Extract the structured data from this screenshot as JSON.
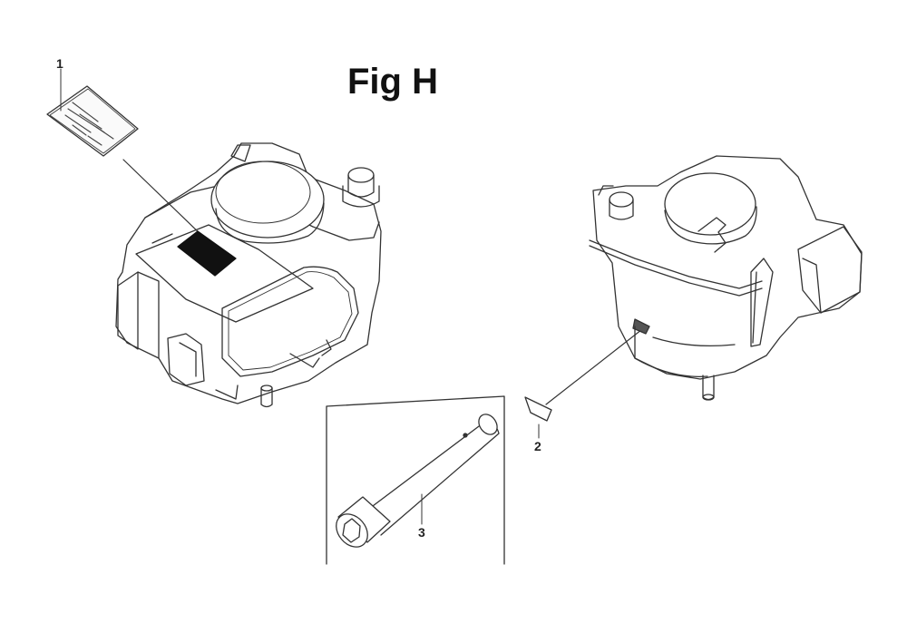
{
  "figure": {
    "title": "Fig H"
  },
  "callouts": [
    {
      "number": "1",
      "part": "label"
    },
    {
      "number": "2",
      "part": "tag"
    },
    {
      "number": "3",
      "part": "spark-plug-wrench"
    }
  ]
}
